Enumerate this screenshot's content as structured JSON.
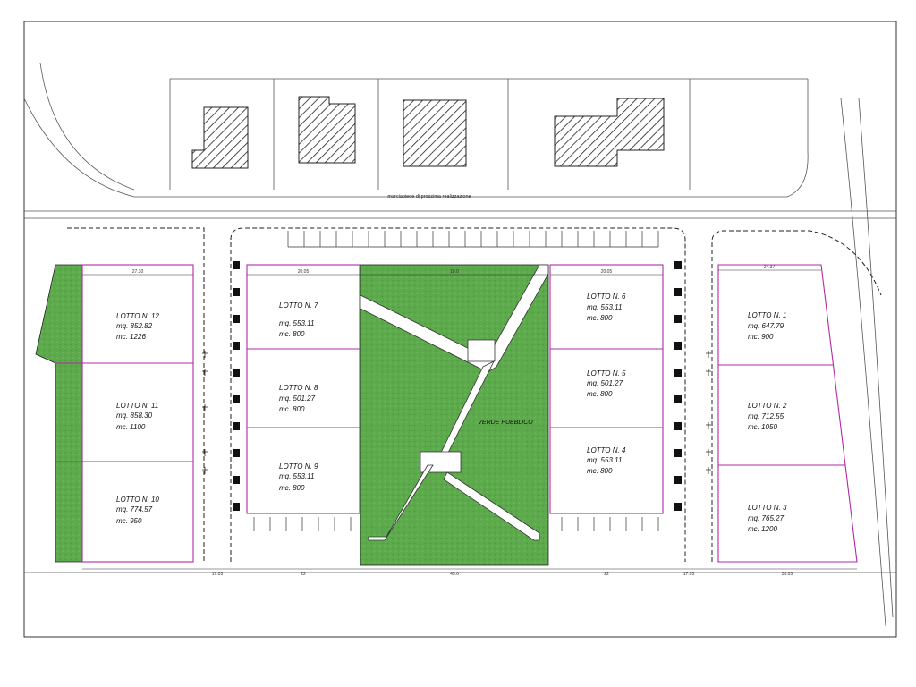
{
  "street_label": "marciapiede di prossima realizzazione",
  "park": {
    "label": "VERDE PUBBLICO",
    "color": "#5daa4c"
  },
  "colors": {
    "lot_border": "#b02aa8",
    "line": "#222222",
    "green": "#5daa4c"
  },
  "lots": [
    {
      "name": "LOTTO N. 1",
      "mq": "mq. 647.79",
      "mc": "mc. 900"
    },
    {
      "name": "LOTTO N. 2",
      "mq": "mq. 712.55",
      "mc": "mc. 1050"
    },
    {
      "name": "LOTTO N. 3",
      "mq": "mq. 765.27",
      "mc": "mc. 1200"
    },
    {
      "name": "LOTTO N. 4",
      "mq": "mq. 553.11",
      "mc": "mc. 800"
    },
    {
      "name": "LOTTO N. 5",
      "mq": "mq. 501.27",
      "mc": "mc. 800"
    },
    {
      "name": "LOTTO N. 6",
      "mq": "mq. 553.11",
      "mc": "mc. 800"
    },
    {
      "name": "LOTTO N. 7",
      "mq": "mq. 553.11",
      "mc": "mc. 800"
    },
    {
      "name": "LOTTO N. 8",
      "mq": "mq. 501.27",
      "mc": "mc. 800"
    },
    {
      "name": "LOTTO N. 9",
      "mq": "mq. 553.11",
      "mc": "mc. 800"
    },
    {
      "name": "LOTTO N. 10",
      "mq": "mq. 774.57",
      "mc": "mc. 950"
    },
    {
      "name": "LOTTO N. 11",
      "mq": "mq. 858.30",
      "mc": "mc. 1100"
    },
    {
      "name": "LOTTO N. 12",
      "mq": "mq. 852.82",
      "mc": "mc. 1226"
    }
  ],
  "dimensions": {
    "top": [
      "27.30",
      "20.05",
      "18.0",
      "20.05",
      "24.37"
    ],
    "bottom": [
      "17.05",
      "22",
      "45.6",
      "22",
      "17.05",
      "33.05"
    ]
  }
}
